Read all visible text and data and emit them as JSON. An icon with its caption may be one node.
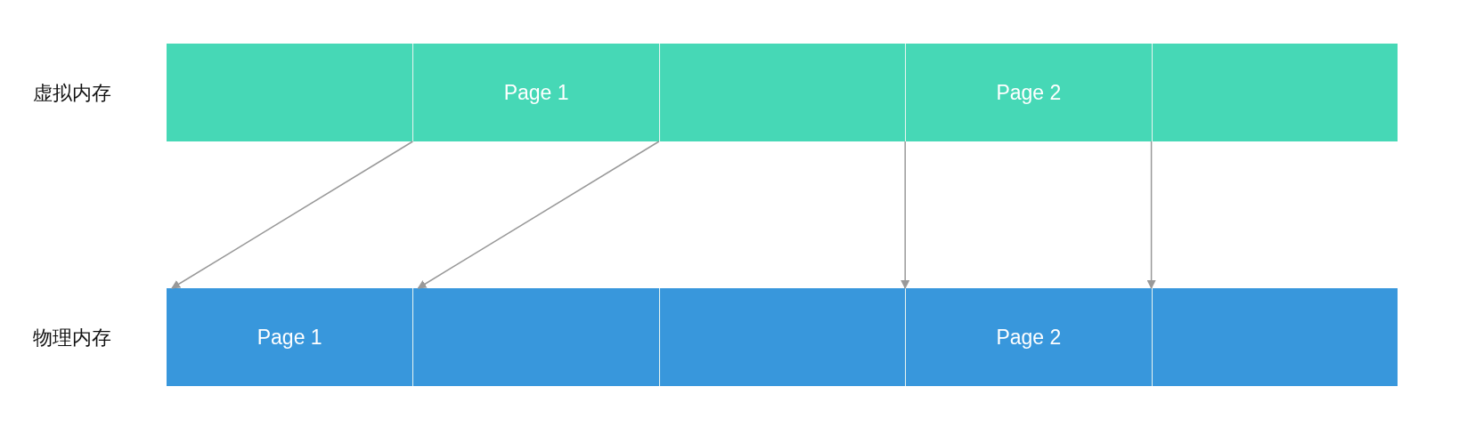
{
  "diagram": {
    "nodes": [
      {
        "text": [
          "虚拟内存"
        ]
      },
      {
        "text": [],
        "shape": "box",
        "in": 0
      },
      {
        "text": [
          "Page 1"
        ],
        "in": 0
      },
      {
        "text": [],
        "shape": "box",
        "in": 0
      },
      {
        "text": [
          "Page 2"
        ],
        "in": 0
      },
      {
        "text": [],
        "shape": "box",
        "in": 0
      },
      {
        "text": [
          "物理内存"
        ]
      },
      {
        "text": [
          "Page 1"
        ],
        "in": 6
      },
      {
        "text": [],
        "shape": "box",
        "in": 6
      },
      {
        "text": [],
        "shape": "box",
        "in": 6
      },
      {
        "text": [
          "Page 2"
        ],
        "in": 6
      },
      {
        "text": [],
        "shape": "box",
        "in": 6
      }
    ],
    "edges": [
      {
        "from": 2,
        "to": 7,
        "arrow": "to"
      },
      {
        "from": 2,
        "to": 7,
        "arrow": "to"
      },
      {
        "from": 4,
        "to": 10,
        "arrow": "to"
      },
      {
        "from": 4,
        "to": 10,
        "arrow": "to"
      }
    ]
  }
}
